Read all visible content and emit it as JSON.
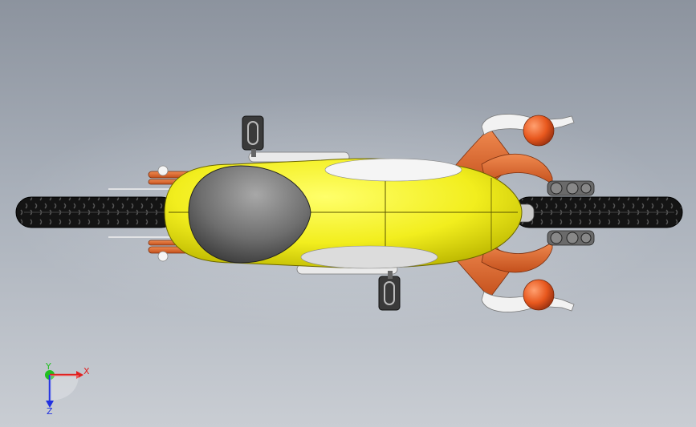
{
  "viewport": {
    "background_top": "#8c939e",
    "background_bottom": "#c9cdd3"
  },
  "model": {
    "colors": {
      "body": "#f2ee1e",
      "body_shade": "#c9c400",
      "seat": "#6e6e6e",
      "frame": "#e8703a",
      "tire": "#1a1a1a",
      "chrome": "#d8d8d8"
    }
  },
  "triad": {
    "x_label": "X",
    "z_label": "Z",
    "y_label": "Y",
    "x_color": "#e02020",
    "y_color": "#20c020",
    "z_color": "#2030e0"
  }
}
